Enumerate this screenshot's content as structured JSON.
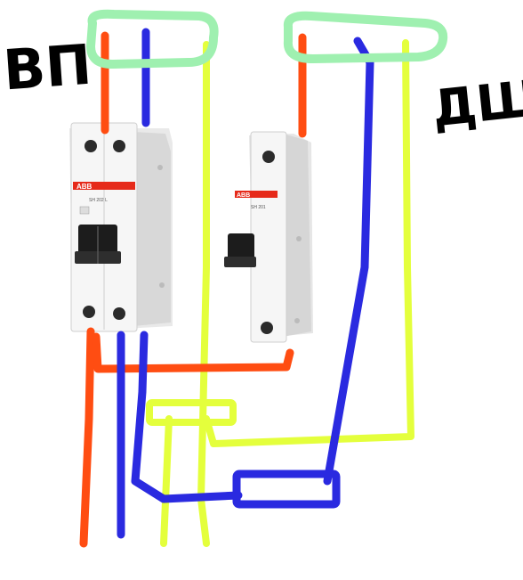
{
  "labels": {
    "left_group": "ВП",
    "right_group": "ДШ"
  },
  "breakers": {
    "double": {
      "brand": "ABB",
      "model": "SH 202 L"
    },
    "single": {
      "brand": "ABB",
      "model": "SH 201"
    }
  },
  "colors": {
    "phase": "#ff4d12",
    "neutral": "#2a2ae0",
    "switched": "#e4ff3c",
    "group": "#9ff0b0",
    "text": "#000000"
  }
}
